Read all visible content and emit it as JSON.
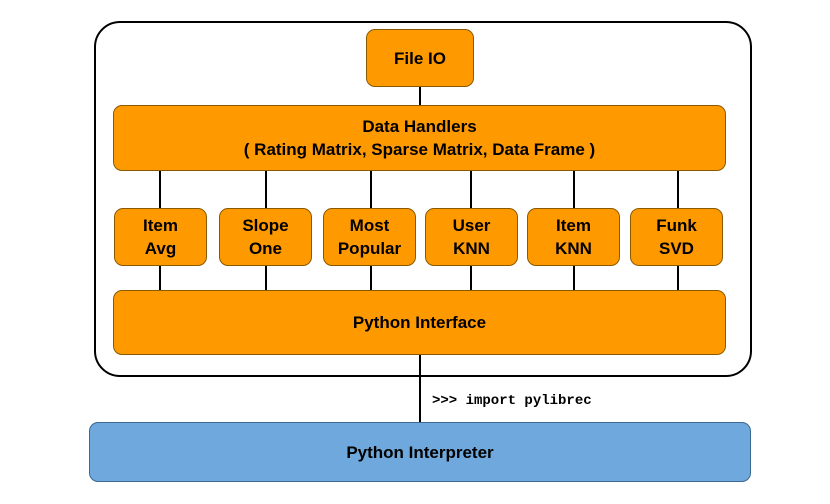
{
  "file_io": {
    "label": "File IO"
  },
  "data_handlers": {
    "label": "Data Handlers\n( Rating Matrix, Sparse Matrix, Data Frame )"
  },
  "algorithms": [
    {
      "label": "Item\nAvg"
    },
    {
      "label": "Slope\nOne"
    },
    {
      "label": "Most\nPopular"
    },
    {
      "label": "User\nKNN"
    },
    {
      "label": "Item\nKNN"
    },
    {
      "label": "Funk\nSVD"
    }
  ],
  "python_interface": {
    "label": "Python Interface"
  },
  "import_statement": {
    "label": ">>> import pylibrec"
  },
  "python_interpreter": {
    "label": "Python Interpreter"
  },
  "colors": {
    "component_fill": "#FF9900",
    "interpreter_fill": "#6FA8DC",
    "border": "#000000"
  }
}
